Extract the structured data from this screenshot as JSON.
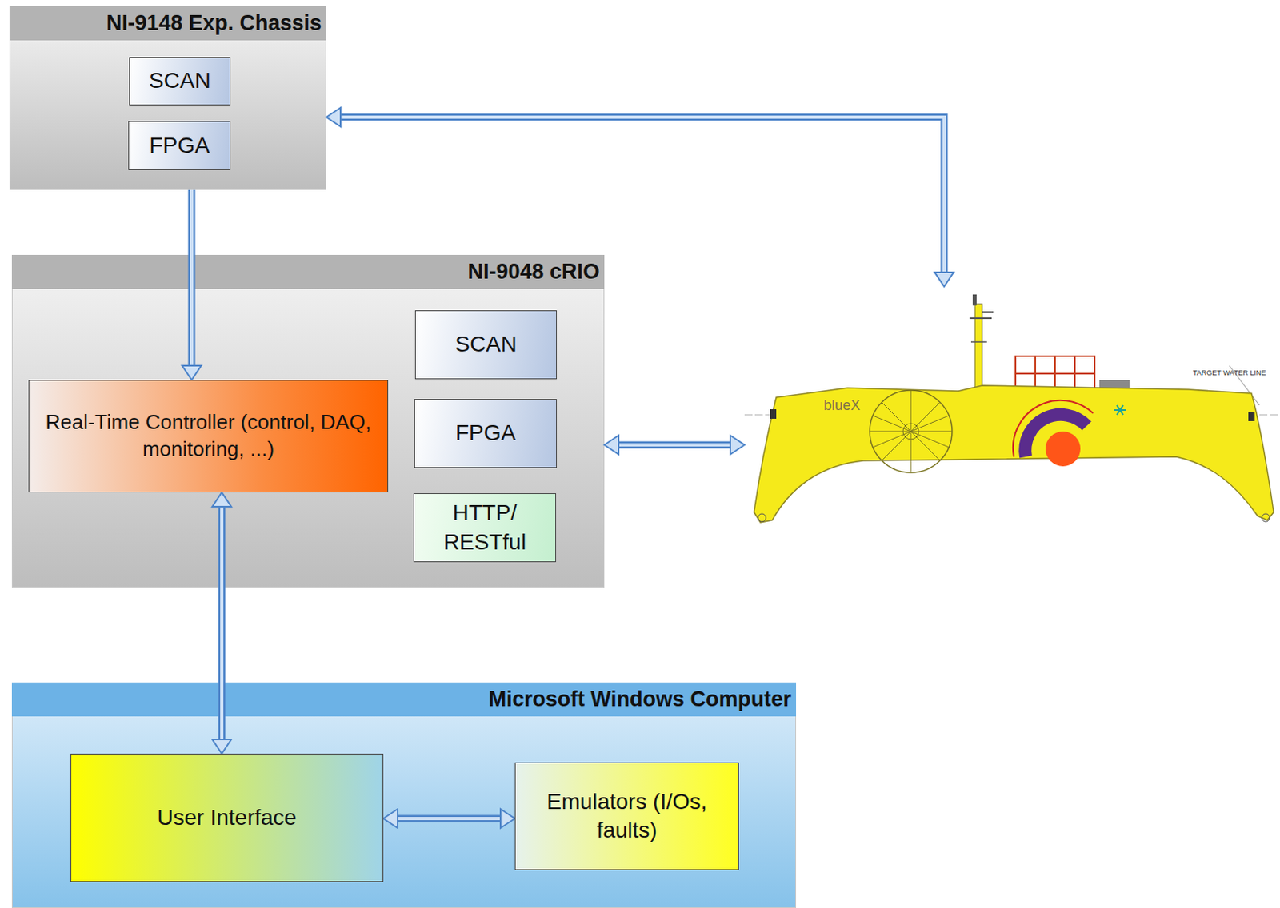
{
  "diagram": {
    "nodes": [
      {
        "text": [
          "NI-9148 Exp. Chassis"
        ]
      },
      {
        "text": [
          "SCAN"
        ],
        "in": 0
      },
      {
        "text": [
          "FPGA"
        ],
        "in": 0
      },
      {
        "text": [
          "NI-9048 cRIO"
        ]
      },
      {
        "text": [
          "Real-Time Controller (control, DAQ, monitoring, ...)"
        ],
        "in": 3
      },
      {
        "text": [
          "SCAN"
        ],
        "in": 3
      },
      {
        "text": [
          "FPGA"
        ],
        "in": 3
      },
      {
        "text": [
          "HTTP/ RESTful"
        ],
        "in": 3
      },
      {
        "text": [
          "Microsoft Windows Computer"
        ]
      },
      {
        "text": [
          "User Interface"
        ],
        "in": 8
      },
      {
        "text": [
          "Emulators (I/Os, faults)"
        ],
        "in": 8
      },
      {
        "text": [
          "blueX"
        ]
      }
    ],
    "edges": [
      {
        "from": 0,
        "to": 11,
        "arrow": "both"
      },
      {
        "from": 0,
        "to": 4,
        "arrow": "to"
      },
      {
        "from": 3,
        "to": 11,
        "arrow": "both"
      },
      {
        "from": 4,
        "to": 9,
        "arrow": "both"
      },
      {
        "from": 9,
        "to": 10,
        "arrow": "both"
      }
    ],
    "labels": [
      "TARGET WATER LINE"
    ]
  }
}
